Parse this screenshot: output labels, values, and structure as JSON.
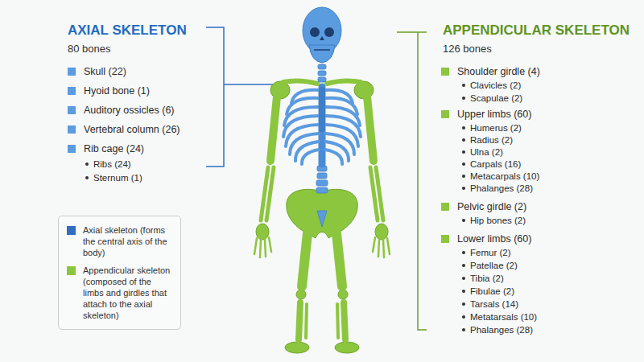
{
  "diagram": {
    "labels": [
      "AXIAL SKELETON",
      "80 bones",
      "Skull (22)",
      "Hyoid bone (1)",
      "Auditory ossicles (6)",
      "Vertebral column (26)",
      "Rib cage (24)",
      "Ribs (24)",
      "Sternum (1)",
      "APPENDICULAR SKELETON",
      "126 bones",
      "Shoulder girdle (4)",
      "Clavicles (2)",
      "Scapulae (2)",
      "Upper limbs (60)",
      "Humerus (2)",
      "Radius (2)",
      "Ulna (2)",
      "Carpals (16)",
      "Metacarpals (10)",
      "Phalanges (28)",
      "Pelvic girdle (2)",
      "Hip bones (2)",
      "Lower limbs (60)",
      "Femur (2)",
      "Patellae (2)",
      "Tibia (2)",
      "Fibulae (2)",
      "Tarsals (14)",
      "Metatarsals (10)",
      "Phalanges (28)"
    ],
    "legend": [
      {
        "text": "Axial skeleton (forms the central axis of the body)",
        "color": "#2f6fc0"
      },
      {
        "text": "Appendicular skeleton (composed of the limbs and girdles that attach to the axial skeleton)",
        "color": "#8cc63f"
      }
    ]
  }
}
